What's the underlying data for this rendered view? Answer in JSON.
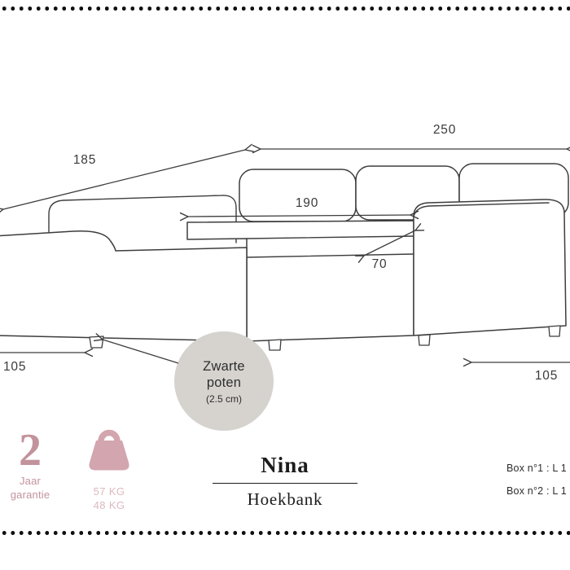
{
  "diagram": {
    "dims": {
      "back_width": "250",
      "chaise_length": "185",
      "seat_width": "190",
      "arm_height": "70",
      "chaise_depth": "105",
      "seat_depth": "105"
    },
    "legs_note": {
      "word1": "Zwarte",
      "word2": "poten",
      "detail": "(2.5 cm)"
    }
  },
  "footer": {
    "warranty": {
      "years": "2",
      "line1": "Jaar",
      "line2": "garantie"
    },
    "weights": {
      "line1": "57 KG",
      "line2": "48 KG"
    },
    "product": {
      "name": "Nina",
      "category": "Hoekbank"
    },
    "boxes": {
      "line1": "Box n°1 : L 1",
      "line2": "Box n°2 : L 1"
    }
  },
  "icons": {
    "weight": "kettlebell-weight-icon",
    "legs_pointer": "arrow-icon",
    "dimension_arrows": "double-arrow-icon"
  },
  "colors": {
    "accent": "#c2939c",
    "accent_mid": "#d2a5af",
    "accent_light": "#dcb9c0",
    "note_bg": "#d6d3cf",
    "line": "#3d3d3d",
    "ink": "#1c1c1c",
    "dot": "#111111"
  }
}
